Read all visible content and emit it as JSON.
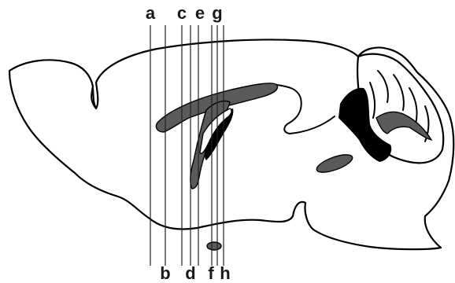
{
  "diagram": {
    "section_lines": {
      "top": [
        "a",
        "c",
        "e",
        "g"
      ],
      "bottom": [
        "b",
        "d",
        "f",
        "h"
      ]
    },
    "colors": {
      "outline": "#000000",
      "ventricle_gray": "#5a5a5a",
      "black_region": "#000000",
      "background": "#ffffff"
    }
  }
}
